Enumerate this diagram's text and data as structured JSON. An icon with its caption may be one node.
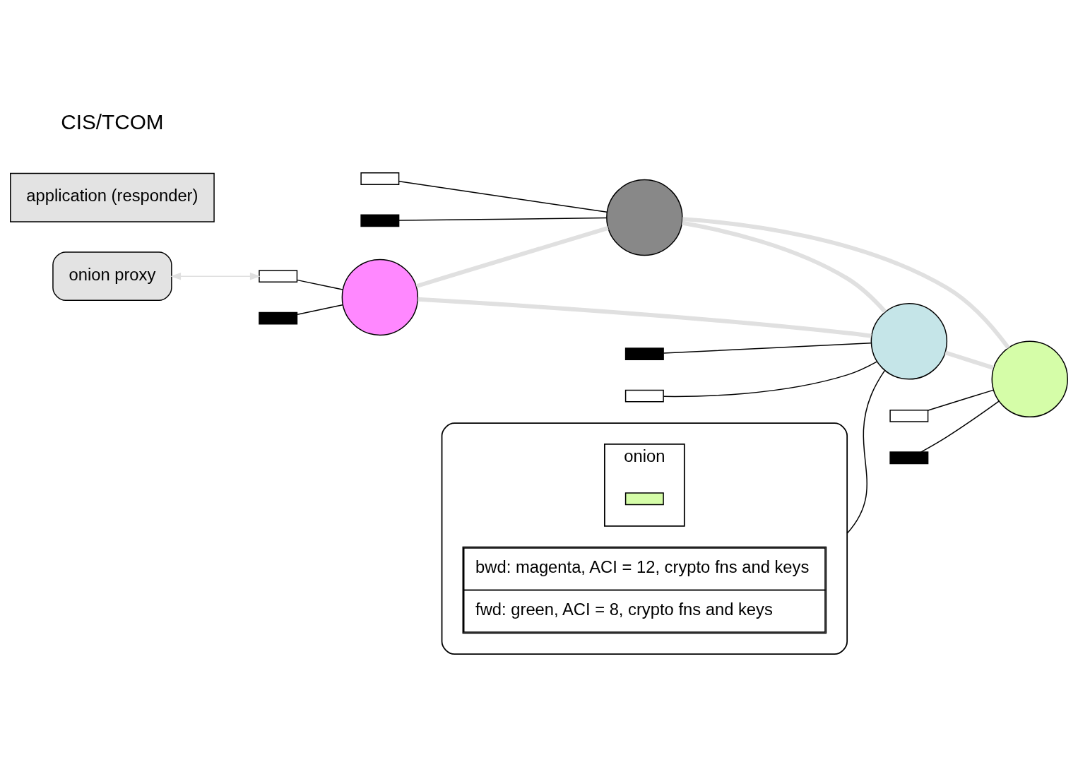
{
  "diagram": {
    "nodes": [
      {
        "text": [
          "onion proxy"
        ]
      },
      {
        "text": [],
        "shape": "bar"
      },
      {
        "text": [],
        "shape": "bar"
      },
      {
        "text": [],
        "shape": "circle"
      },
      {
        "text": [],
        "shape": "bar"
      },
      {
        "text": [],
        "shape": "bar"
      },
      {
        "text": [],
        "shape": "circle"
      },
      {
        "text": [],
        "shape": "circle"
      },
      {
        "text": [],
        "shape": "bar"
      },
      {
        "text": [],
        "shape": "bar"
      },
      {
        "text": [],
        "shape": "circle"
      },
      {
        "text": [],
        "shape": "bar"
      },
      {
        "text": [],
        "shape": "bar"
      },
      {
        "text": [
          "application (responder)"
        ]
      },
      {
        "text": [],
        "shape": "ellipse"
      },
      {
        "text": [
          "onion"
        ],
        "in": 14
      },
      {
        "text": [],
        "shape": "bar",
        "in": 15
      },
      {
        "text": [
          "bwd: magenta, ACI = 12, crypto fns and keys",
          "fwd: green, ACI = 8, crypto fns and keys"
        ],
        "in": 14
      }
    ],
    "edges": [
      {
        "from": 0,
        "to": 2,
        "arrow": "both",
        "color": "#e0e0e0"
      },
      {
        "from": 3,
        "to": 6,
        "arrow": "none",
        "style": "thick",
        "color": "#e0e0e0"
      },
      {
        "from": 3,
        "to": 10,
        "arrow": "none",
        "style": "thick",
        "color": "#e0e0e0"
      },
      {
        "from": 6,
        "to": 10,
        "arrow": "none",
        "style": "thick",
        "color": "#e0e0e0"
      },
      {
        "from": 6,
        "to": 7,
        "arrow": "none",
        "style": "thick",
        "color": "#e0e0e0"
      },
      {
        "from": 10,
        "to": 7,
        "arrow": "none",
        "style": "thick",
        "color": "#e0e0e0"
      },
      {
        "from": 1,
        "to": 3,
        "arrow": "none"
      },
      {
        "from": 2,
        "to": 3,
        "arrow": "none"
      },
      {
        "from": 4,
        "to": 6,
        "arrow": "none"
      },
      {
        "from": 5,
        "to": 6,
        "arrow": "none"
      },
      {
        "from": 8,
        "to": 7,
        "arrow": "none"
      },
      {
        "from": 9,
        "to": 7,
        "arrow": "none"
      },
      {
        "from": 11,
        "to": 10,
        "arrow": "none"
      },
      {
        "from": 12,
        "to": 10,
        "arrow": "none"
      },
      {
        "from": 14,
        "to": 10,
        "arrow": "none"
      }
    ],
    "labels": [
      "CIS/TCOM"
    ]
  }
}
